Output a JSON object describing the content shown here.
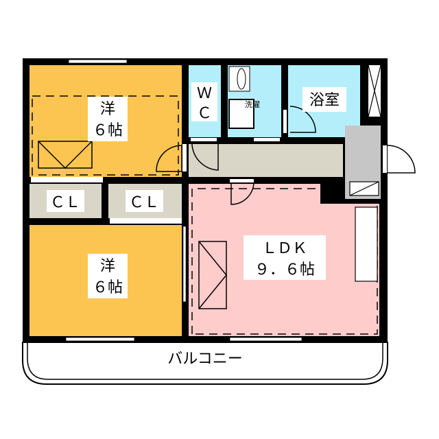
{
  "rooms": {
    "western1": {
      "line1": "洋",
      "line2": "６帖"
    },
    "western2": {
      "line1": "洋",
      "line2": "６帖"
    },
    "closet1": "ＣＬ",
    "closet2": "ＣＬ",
    "toilet": {
      "line1": "Ｗ",
      "line2": "Ｃ"
    },
    "washroom": "洗濯",
    "bathroom": "浴室",
    "ldk": {
      "line1": "ＬＤＫ",
      "line2": "９．６帖"
    },
    "balcony": "バルコニー"
  },
  "colors": {
    "western": "#FCC552",
    "wet": "#B4EEFA",
    "ldk": "#FFCCCC",
    "corridor": "#D9D6C8",
    "entry": "#C6C6C6",
    "wall": "#000000"
  }
}
